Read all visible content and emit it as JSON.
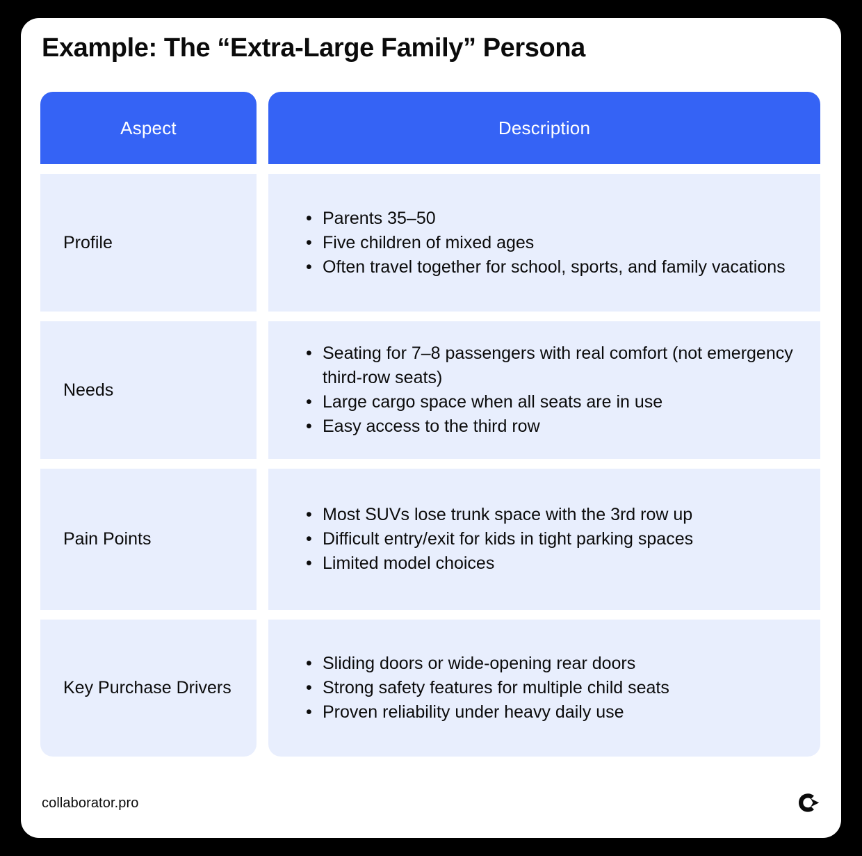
{
  "page": {
    "title": "Example: The “Extra-Large Family” Persona"
  },
  "colors": {
    "header_blue": "#3563F5",
    "cell_light_blue": "#E8EEFD",
    "text": "#0b0b0b",
    "card_background": "#ffffff",
    "frame": "#000000",
    "header_text": "#ffffff"
  },
  "table": {
    "headers": {
      "aspect": "Aspect",
      "description": "Description"
    },
    "rows": [
      {
        "aspect": "Profile",
        "bullets": [
          "Parents 35–50",
          "Five children of mixed ages",
          "Often travel together for school, sports, and family vacations"
        ]
      },
      {
        "aspect": "Needs",
        "bullets": [
          "Seating for 7–8 passengers with real comfort (not emergency third-row seats)",
          "Large cargo space when all seats are in use",
          "Easy access to the third row"
        ]
      },
      {
        "aspect": "Pain Points",
        "bullets": [
          "Most SUVs lose trunk space with the 3rd row up",
          "Difficult entry/exit for kids in tight parking spaces",
          "Limited model choices"
        ]
      },
      {
        "aspect": "Key Purchase Drivers",
        "bullets": [
          "Sliding doors or wide-opening rear doors",
          "Strong safety features for multiple child seats",
          "Proven reliability under heavy daily use"
        ]
      }
    ],
    "bullet_glyph": "•"
  },
  "footer": {
    "brand": "collaborator.pro",
    "logo_name": "collaborator-logo-icon"
  }
}
